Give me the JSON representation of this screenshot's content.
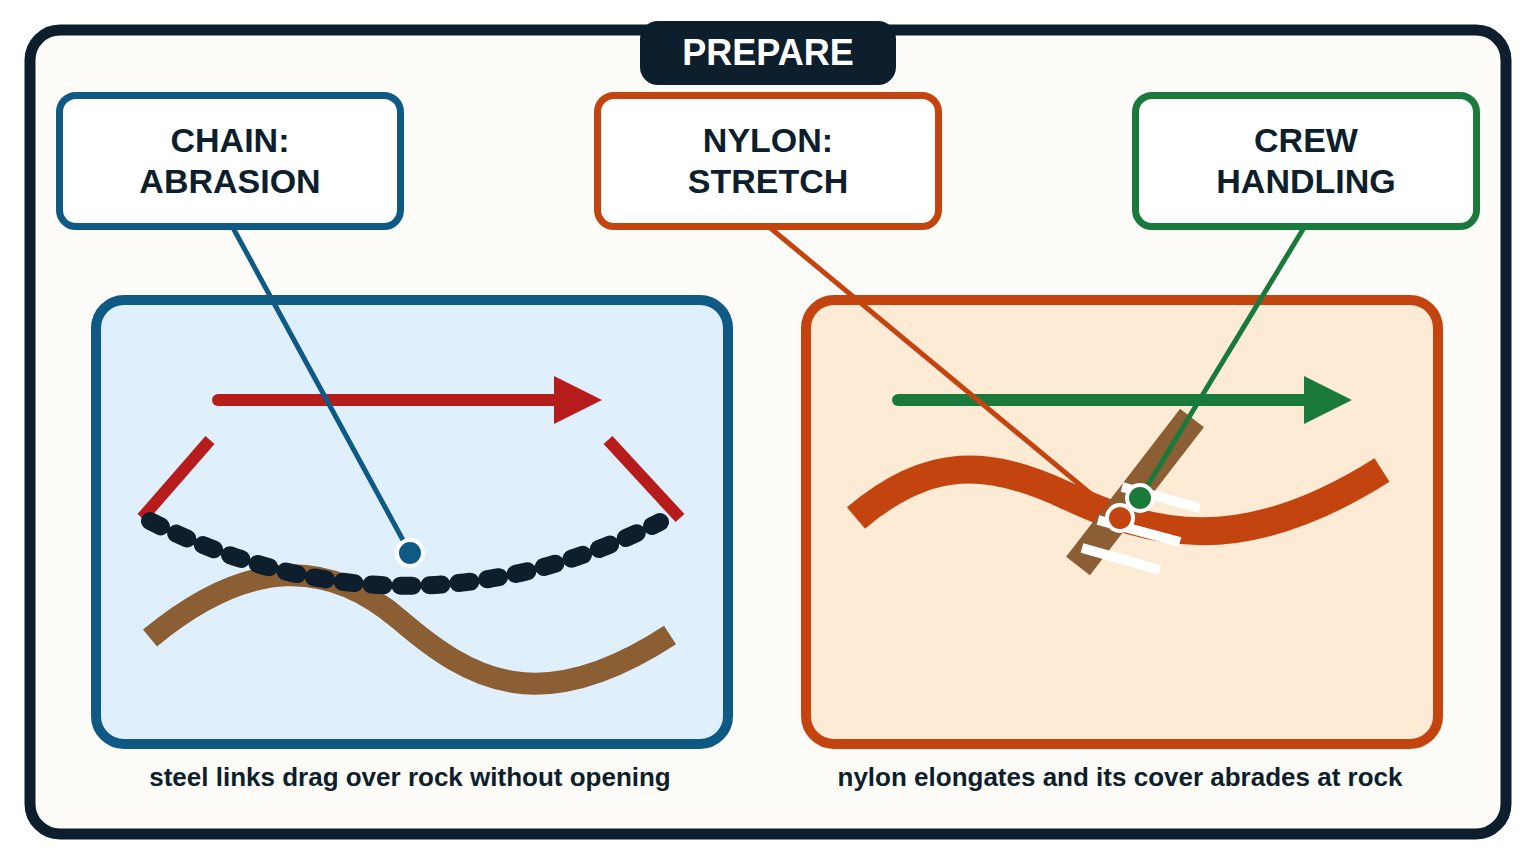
{
  "diagram": {
    "title": "PREPARE",
    "nodes": [
      {
        "text": [
          "CHAIN: ABRASION"
        ]
      },
      {
        "text": [
          "NYLON: STRETCH"
        ]
      },
      {
        "text": [
          "CREW HANDLING"
        ]
      }
    ],
    "labels": [
      "steel links drag over rock without opening",
      "nylon elongates and its cover abrades at rock"
    ]
  }
}
